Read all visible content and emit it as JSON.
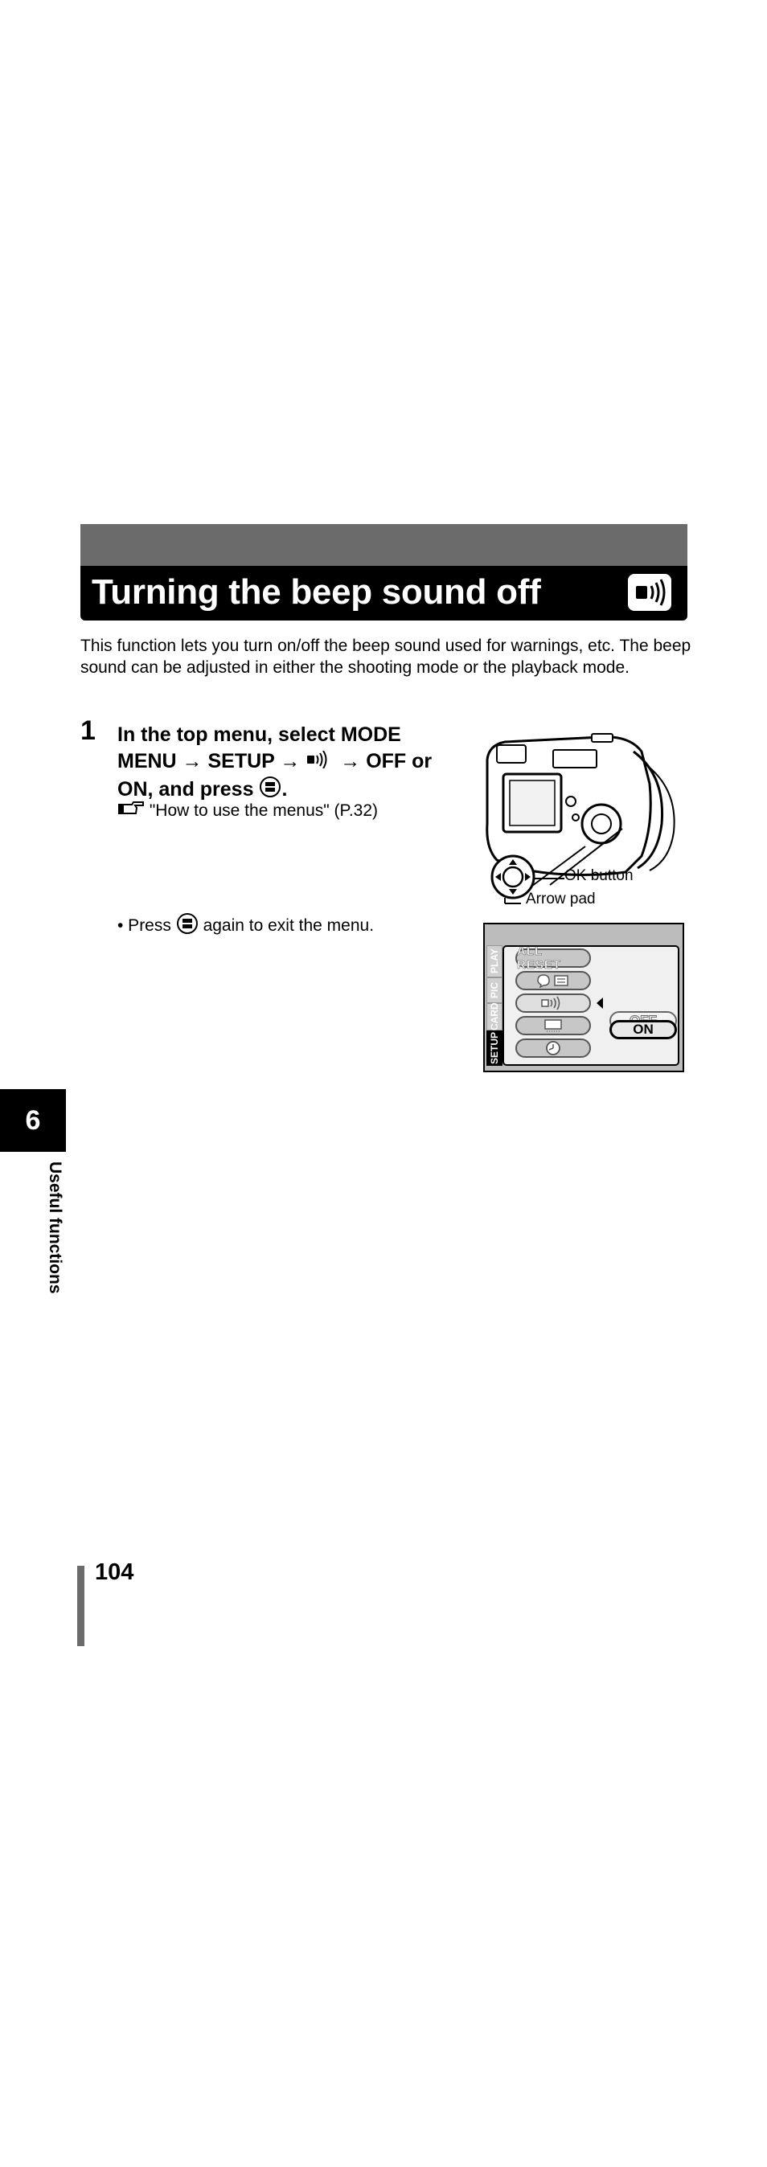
{
  "section": {
    "title": "Turning the beep sound off",
    "intro": "This function lets you turn on/off the beep sound used for warnings, etc. The beep sound can be adjusted in either the shooting mode or the playback mode."
  },
  "step": {
    "number": "1",
    "text_line1": "In the top menu, select MODE",
    "text_line2a": "MENU → SETUP →",
    "text_line2b": "→ OFF or",
    "text_line3": "ON, and press",
    "text_line3_end": ".",
    "ref": "\"How to use the menus\" (P.32)",
    "bullet_prefix": "•  Press",
    "bullet_suffix": "again to exit the menu."
  },
  "figure": {
    "ok_button_label": "OK button",
    "arrow_pad_label": "Arrow pad"
  },
  "lcd": {
    "tab_play": "PLAY",
    "tab_pic": "PIC",
    "tab_card": "CARD",
    "tab_setup": "SETUP",
    "all_reset": "ALL RESET",
    "option_off": "OFF",
    "option_on": "ON"
  },
  "sidebar": {
    "chapter_number": "6",
    "chapter_label": "Useful functions"
  },
  "footer": {
    "page_number": "104"
  }
}
